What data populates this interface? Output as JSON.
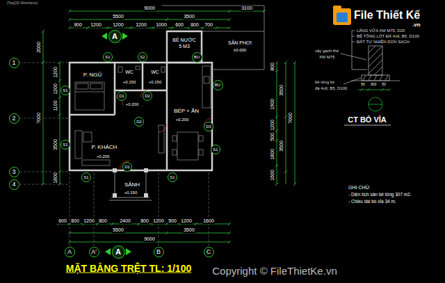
{
  "diagram": {
    "title": "MẶT BẰNG TRỆT TL: 1/100",
    "nodes": [
      {
        "text": [
          "A"
        ]
      },
      {
        "text": [
          "S1"
        ]
      },
      {
        "text": [
          "S2"
        ]
      },
      {
        "text": [
          "BU"
        ]
      },
      {
        "text": [
          "1"
        ]
      },
      {
        "text": [
          "BU"
        ]
      },
      {
        "text": [
          "S1"
        ]
      },
      {
        "text": [
          "D1"
        ]
      },
      {
        "text": [
          "D2"
        ]
      },
      {
        "text": [
          "2"
        ]
      },
      {
        "text": [
          "D2"
        ]
      },
      {
        "text": [
          "D3"
        ]
      },
      {
        "text": [
          "S1"
        ]
      },
      {
        "text": [
          "S1"
        ]
      },
      {
        "text": [
          "D1"
        ]
      },
      {
        "text": [
          "3"
        ]
      },
      {
        "text": [
          "S1"
        ]
      },
      {
        "text": [
          "S1"
        ]
      },
      {
        "text": [
          "4"
        ]
      },
      {
        "text": [
          "A"
        ]
      },
      {
        "text": [
          "A'"
        ]
      },
      {
        "text": [
          "A"
        ]
      },
      {
        "text": [
          "B"
        ]
      },
      {
        "text": [
          "C"
        ]
      }
    ],
    "labels": [
      "[Top][2D Wireframe]",
      "9000",
      "3100",
      "5500",
      "3500",
      "900",
      "1200",
      "1200",
      "1200",
      "1000",
      "600",
      "800",
      "700",
      "2000",
      "7000",
      "1200",
      "1200",
      "1100",
      "3500",
      "1800",
      "800",
      "3500",
      "1900",
      "7000",
      "1200",
      "500",
      "3500",
      "1800",
      "1600",
      "600",
      "800",
      "1200",
      "800",
      "2400",
      "800",
      "1200",
      "500",
      "1200",
      "1600",
      "5500",
      "3500",
      "9000",
      "BỂ NƯỚC",
      "5 M3",
      "SÂN PHƠI",
      "±0.000",
      "P. NGỦ",
      "WC",
      "+0.150",
      "WC",
      "+0.150",
      "+0.200",
      "BẾP + ĂN",
      "+0.200",
      "P. KHÁCH",
      "+0.200",
      "SẢNH",
      "+0.150",
      "LÁNG VỮA XM M75, D20",
      "BÊ TÔNG LÓT ĐÁ 4x6, B5, D100",
      "ĐẤT TỰ NHIÊN DỌN SẠCH",
      "xây gạch thẻ",
      "XM M75",
      "bê tông lót",
      "đá 4x6, B5, D100",
      "50",
      "300",
      "50",
      "CT BÓ VỈA",
      "GHI CHÚ:",
      "- Diện tích sân bê tông 307 m2.",
      "- Chiều dài bó vỉa 34 m.",
      "File Thiết Kế",
      ".vn",
      "Copyright © FileThietKe.vn"
    ]
  }
}
